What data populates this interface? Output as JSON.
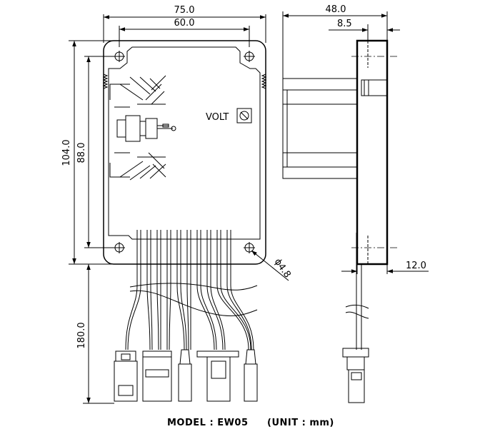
{
  "dimensions": {
    "overall_width": "75.0",
    "hole_spacing_width": "60.0",
    "overall_height": "104.0",
    "hole_spacing_height": "88.0",
    "lead_length": "180.0",
    "side_depth": "48.0",
    "flange_thickness": "8.5",
    "lower_offset": "12.0",
    "hole_diameter": "ϕ4.8"
  },
  "labels": {
    "volt": "VOLT"
  },
  "caption": {
    "model": "MODEL : EW05",
    "unit": "(UNIT : mm)"
  }
}
